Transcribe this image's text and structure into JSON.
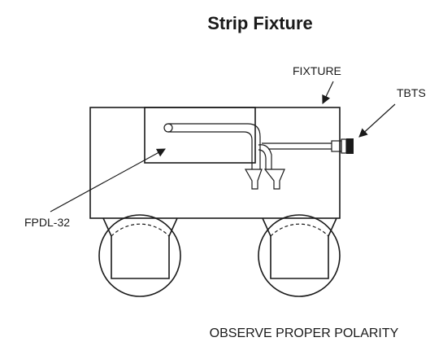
{
  "diagram": {
    "title": "Strip Fixture",
    "labels": {
      "fixture": "FIXTURE",
      "tbts": "TBTS",
      "fpdl": "FPDL-32"
    },
    "note": "OBSERVE PROPER POLARITY"
  }
}
